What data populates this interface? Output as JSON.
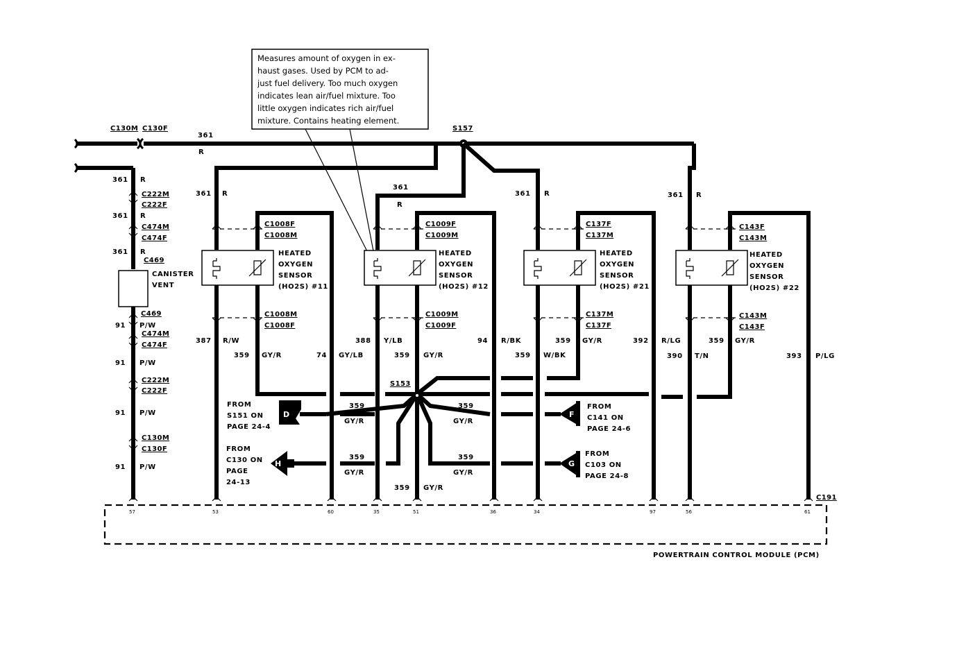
{
  "callout": {
    "lines": [
      "Measures amount of oxygen in ex-",
      "haust gases. Used by PCM to ad-",
      "just fuel delivery. Too much oxygen",
      "indicates lean air/fuel mixture. Too",
      "little oxygen indicates rich air/fuel",
      "mixture. Contains heating element."
    ]
  },
  "splices": {
    "s157": "S157",
    "s153": "S153"
  },
  "top_connectors": {
    "c130m": "C130M",
    "c130f": "C130F"
  },
  "wires": {
    "w361": "361",
    "w91": "91",
    "w387": "387",
    "w359": "359",
    "w74": "74",
    "w388": "388",
    "w94": "94",
    "w392": "392",
    "w390": "390",
    "w393": "393"
  },
  "colors": {
    "r": "R",
    "pw": "P/W",
    "rw": "R/W",
    "gyr": "GY/R",
    "gylb": "GY/LB",
    "ylb": "Y/LB",
    "rbk": "R/BK",
    "wbk": "W/BK",
    "rlg": "R/LG",
    "tn": "T/N",
    "plg": "P/LG"
  },
  "left_branch": {
    "c222m": "C222M",
    "c222f": "C222F",
    "c474m": "C474M",
    "c474f": "C474F",
    "c469": "C469",
    "canister": "CANISTER",
    "vent": "VENT"
  },
  "sensors": [
    {
      "line1": "HEATED",
      "line2": "OXYGEN",
      "line3": "SENSOR",
      "line4": "(HO2S) #11",
      "top_f": "C1008F",
      "top_m": "C1008M",
      "bot_m": "C1008M",
      "bot_f": "C1008F"
    },
    {
      "line1": "HEATED",
      "line2": "OXYGEN",
      "line3": "SENSOR",
      "line4": "(HO2S) #12",
      "top_f": "C1009F",
      "top_m": "C1009M",
      "bot_m": "C1009M",
      "bot_f": "C1009F"
    },
    {
      "line1": "HEATED",
      "line2": "OXYGEN",
      "line3": "SENSOR",
      "line4": "(HO2S) #21",
      "top_f": "C137F",
      "top_m": "C137M",
      "bot_m": "C137M",
      "bot_f": "C137F"
    },
    {
      "line1": "HEATED",
      "line2": "OXYGEN",
      "line3": "SENSOR",
      "line4": "(HO2S) #22",
      "top_f": "C143F",
      "top_m": "C143M",
      "bot_m": "C143M",
      "bot_f": "C143F"
    }
  ],
  "refs": {
    "d": {
      "letter": "D",
      "l1": "FROM",
      "l2": "S151 ON",
      "l3": "PAGE 24-4"
    },
    "h": {
      "letter": "H",
      "l1": "FROM",
      "l2": "C130 ON",
      "l3": "PAGE",
      "l4": "24-13"
    },
    "f": {
      "letter": "F",
      "l1": "FROM",
      "l2": "C141 ON",
      "l3": "PAGE 24-6"
    },
    "g": {
      "letter": "G",
      "l1": "FROM",
      "l2": "C103 ON",
      "l3": "PAGE 24-8"
    }
  },
  "pcm": {
    "connector": "C191",
    "label": "POWERTRAIN CONTROL MODULE (PCM)",
    "pins": [
      "57",
      "53",
      "60",
      "35",
      "51",
      "36",
      "34",
      "97",
      "56",
      "61"
    ]
  }
}
